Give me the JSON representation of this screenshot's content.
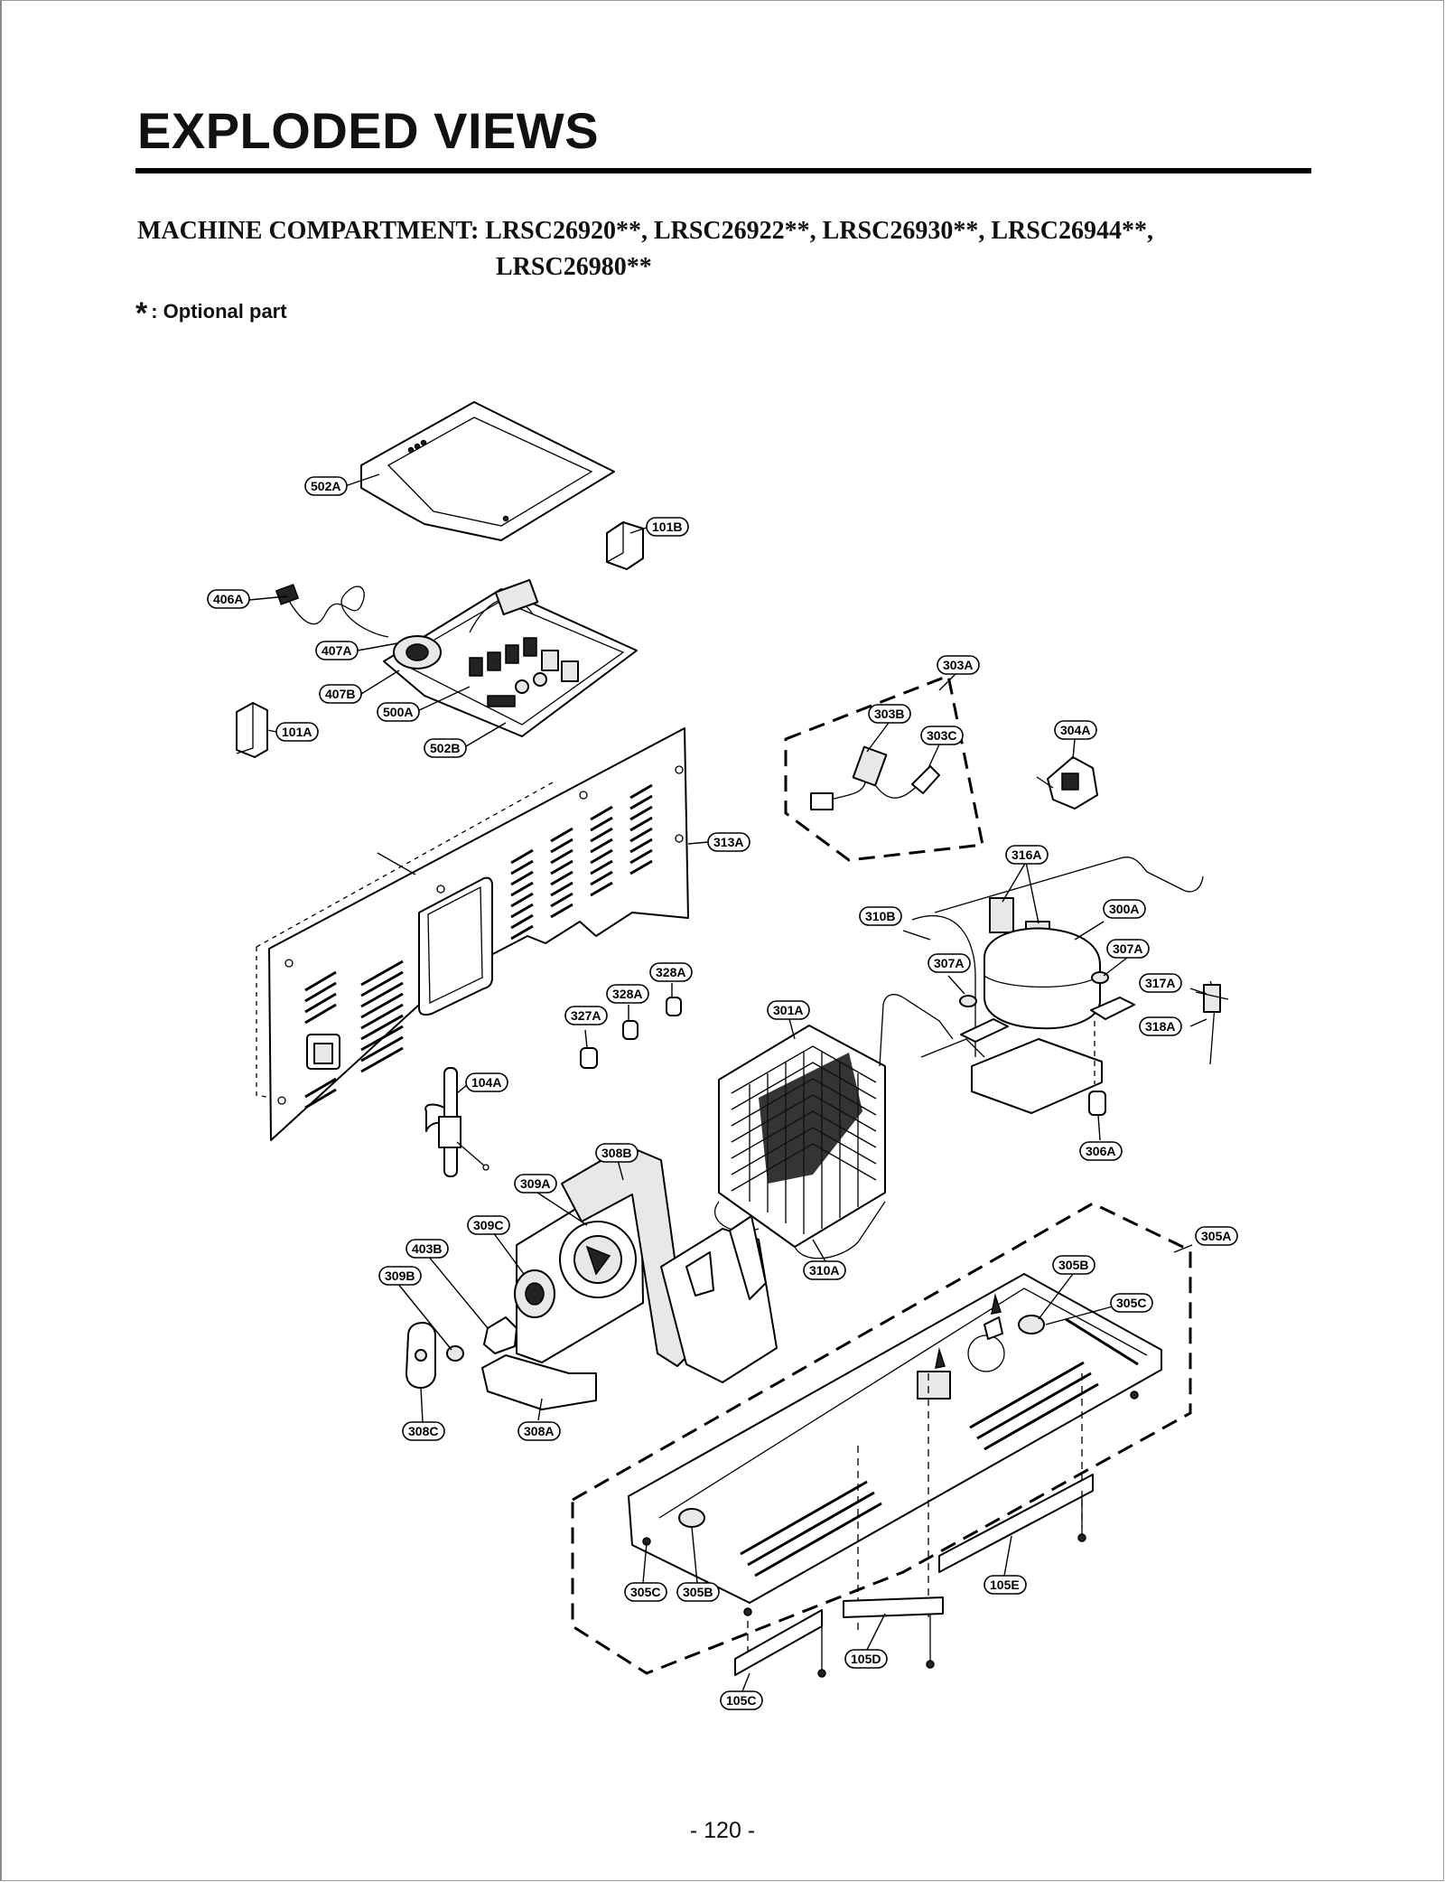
{
  "page": {
    "title": "EXPLODED VIEWS",
    "subtitle_line1": "MACHINE COMPARTMENT: LRSC26920**, LRSC26922**, LRSC26930**, LRSC26944**,",
    "subtitle_line2": "LRSC26980**",
    "optional_star": "*",
    "optional_label": ": Optional part",
    "page_number": "- 120 -"
  },
  "callouts": {
    "c502A_top": "502A",
    "c101B": "101B",
    "c406A": "406A",
    "c407A": "407A",
    "c407B": "407B",
    "c500A": "500A",
    "c101A": "101A",
    "c502B": "502B",
    "c303A": "303A",
    "c303B": "303B",
    "c303C": "303C",
    "c304A": "304A",
    "c313A": "313A",
    "c316A": "316A",
    "c300A": "300A",
    "c310B": "310B",
    "c307A_left": "307A",
    "c307A_right": "307A",
    "c317A": "317A",
    "c318A": "318A",
    "c328A_upper": "328A",
    "c328A_lower": "328A",
    "c327A": "327A",
    "c301A": "301A",
    "c104A": "104A",
    "c306A": "306A",
    "c308B": "308B",
    "c309A": "309A",
    "c309C": "309C",
    "c403B": "403B",
    "c309B": "309B",
    "c310A": "310A",
    "c305A": "305A",
    "c305B_upper": "305B",
    "c305C_upper": "305C",
    "c308C": "308C",
    "c308A": "308A",
    "c305C_lower": "305C",
    "c305B_lower": "305B",
    "c105E": "105E",
    "c105D": "105D",
    "c105C": "105C"
  }
}
